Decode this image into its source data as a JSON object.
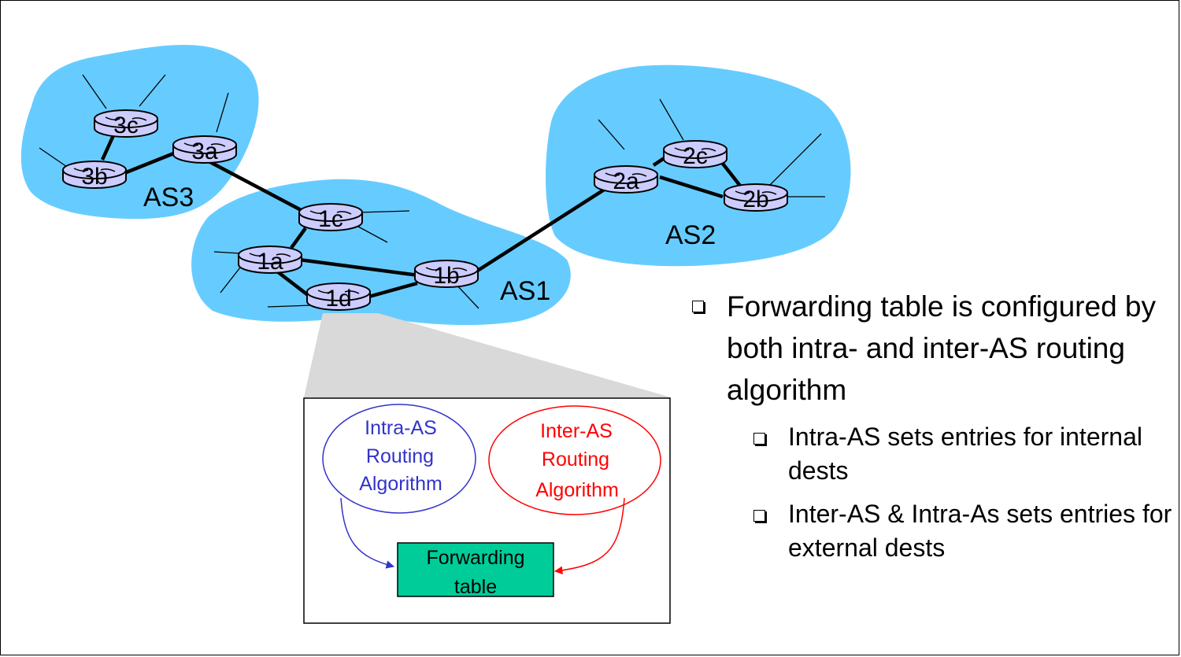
{
  "colors": {
    "as_cloud": "#66CCFF",
    "router_fill": "#CCCCFF",
    "zoom_wedge": "#D9D9D9",
    "intra_as": "#3333CC",
    "inter_as": "#FF0000",
    "forwarding_table": "#00CC99"
  },
  "autonomous_systems": [
    {
      "id": "as3",
      "label": "AS3"
    },
    {
      "id": "as1",
      "label": "AS1"
    },
    {
      "id": "as2",
      "label": "AS2"
    }
  ],
  "routers": [
    {
      "id": "3a",
      "label": "3a"
    },
    {
      "id": "3b",
      "label": "3b"
    },
    {
      "id": "3c",
      "label": "3c"
    },
    {
      "id": "1a",
      "label": "1a"
    },
    {
      "id": "1b",
      "label": "1b"
    },
    {
      "id": "1c",
      "label": "1c"
    },
    {
      "id": "1d",
      "label": "1d"
    },
    {
      "id": "2a",
      "label": "2a"
    },
    {
      "id": "2b",
      "label": "2b"
    },
    {
      "id": "2c",
      "label": "2c"
    }
  ],
  "links": [
    [
      "3c",
      "3b"
    ],
    [
      "3b",
      "3a"
    ],
    [
      "3a",
      "1c"
    ],
    [
      "1c",
      "1a"
    ],
    [
      "1a",
      "1b"
    ],
    [
      "1a",
      "1d"
    ],
    [
      "1d",
      "1b"
    ],
    [
      "1b",
      "2a"
    ],
    [
      "2a",
      "2c"
    ],
    [
      "2a",
      "2b"
    ],
    [
      "2c",
      "2b"
    ]
  ],
  "zoom_inset": {
    "source_router": "1d",
    "intra_algorithm": {
      "lines": [
        "Intra-AS",
        "Routing",
        "Algorithm"
      ]
    },
    "inter_algorithm": {
      "lines": [
        "Inter-AS",
        "Routing",
        "Algorithm"
      ]
    },
    "forwarding_table": {
      "lines": [
        "Forwarding",
        "table"
      ]
    }
  },
  "bullets": {
    "main": "Forwarding table is configured by both intra- and inter-AS routing algorithm",
    "sub": [
      "Intra-AS sets entries for internal dests",
      "Inter-AS & Intra-As sets entries for external dests"
    ]
  }
}
